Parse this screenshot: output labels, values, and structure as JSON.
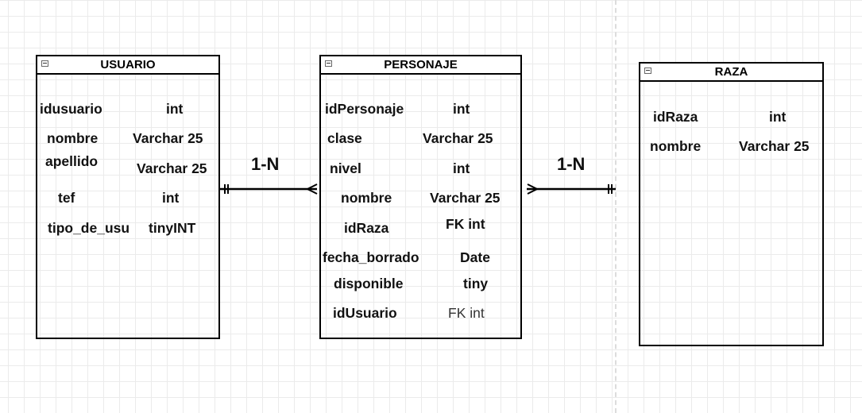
{
  "entities": {
    "usuario": {
      "title": "USUARIO",
      "fields": [
        {
          "name": "idusuario",
          "type": "int"
        },
        {
          "name": "nombre",
          "type": "Varchar 25"
        },
        {
          "name": "apellido",
          "type": "Varchar 25"
        },
        {
          "name": "tef",
          "type": "int"
        },
        {
          "name": "tipo_de_usu",
          "type": "tinyINT"
        }
      ]
    },
    "personaje": {
      "title": "PERSONAJE",
      "fields": [
        {
          "name": "idPersonaje",
          "type": "int"
        },
        {
          "name": "clase",
          "type": "Varchar 25"
        },
        {
          "name": "nivel",
          "type": "int"
        },
        {
          "name": "nombre",
          "type": "Varchar 25"
        },
        {
          "name": "idRaza",
          "type": "FK int"
        },
        {
          "name": "fecha_borrado",
          "type": "Date"
        },
        {
          "name": "disponible",
          "type": "tiny"
        },
        {
          "name": "idUsuario",
          "type": "FK int"
        }
      ]
    },
    "raza": {
      "title": "RAZA",
      "fields": [
        {
          "name": "idRaza",
          "type": "int"
        },
        {
          "name": "nombre",
          "type": "Varchar 25"
        }
      ]
    }
  },
  "relationships": {
    "usuario_personaje": {
      "label": "1-N"
    },
    "personaje_raza": {
      "label": "1-N"
    }
  },
  "icons": {
    "collapse": "collapse-minus-icon"
  }
}
